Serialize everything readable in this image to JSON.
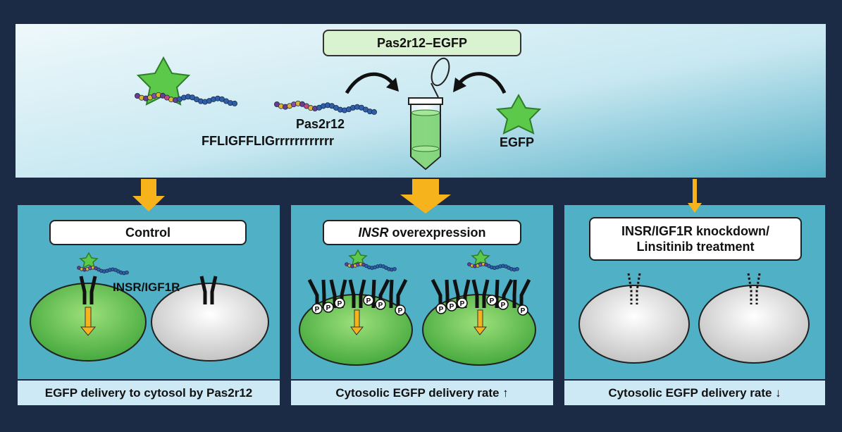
{
  "top": {
    "construct_label": "Pas2r12–EGFP",
    "peptide_name": "Pas2r12",
    "peptide_sequence": "FFLIGFFLIGrrrrrrrrrrrr",
    "egfp_label": "EGFP"
  },
  "panels": [
    {
      "title": "Control",
      "receptor_label": "INSR/IGF1R",
      "footer": "EGFP delivery to cytosol by Pas2r12"
    },
    {
      "title_italic": "INSR",
      "title_rest": " overexpression",
      "phospho_label": "P",
      "footer": "Cytosolic EGFP delivery rate ↑"
    },
    {
      "title_line1": "INSR/IGF1R knockdown/",
      "title_line2": "Linsitinib treatment",
      "footer": "Cytosolic EGFP delivery rate ↓"
    }
  ],
  "colors": {
    "background": "#1c2b45",
    "panel": "#4fb0c6",
    "arrow": "#f7b31b",
    "egfp": "#4fc24c"
  }
}
